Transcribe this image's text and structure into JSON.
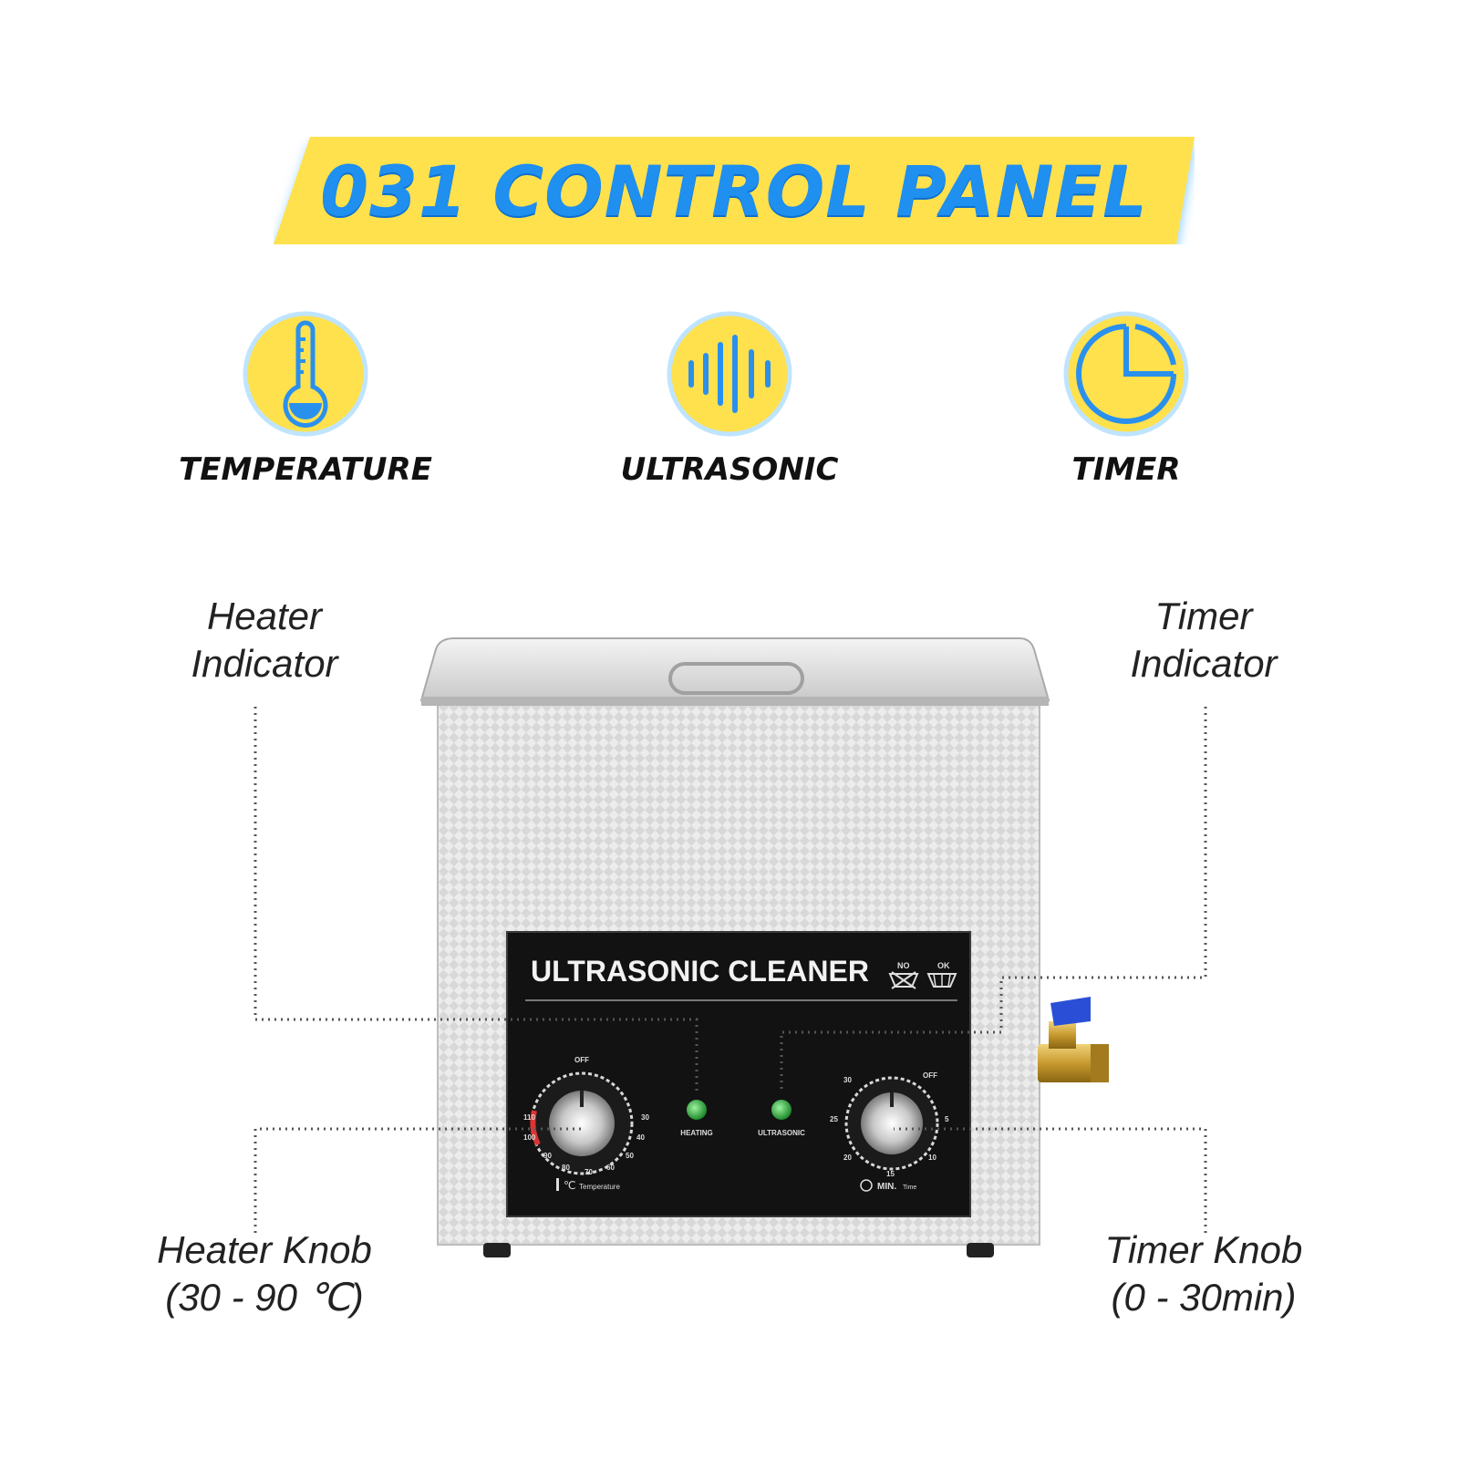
{
  "title": "031 CONTROL PANEL",
  "features": [
    {
      "label": "TEMPERATURE",
      "icon": "thermometer-icon"
    },
    {
      "label": "ULTRASONIC",
      "icon": "sound-wave-icon"
    },
    {
      "label": "TIMER",
      "icon": "clock-icon"
    }
  ],
  "callouts": {
    "heater_indicator": [
      "Heater",
      "Indicator"
    ],
    "timer_indicator": [
      "Timer",
      "Indicator"
    ],
    "heater_knob": [
      "Heater Knob",
      "(30 - 90 ℃)"
    ],
    "timer_knob": [
      "Timer Knob",
      "(0 - 30min)"
    ]
  },
  "device_panel": {
    "brand": "ULTRASONIC CLEANER",
    "no_label": "NO",
    "ok_label": "OK",
    "heating_led_label": "HEATING",
    "ultrasonic_led_label": "ULTRASONIC",
    "heater_dial_off": "OFF",
    "heater_dial_ticks": [
      "30",
      "40",
      "50",
      "60",
      "70",
      "80",
      "90",
      "100",
      "110"
    ],
    "heater_unit": "℃",
    "heater_caption": "Temperature",
    "timer_dial_off": "OFF",
    "timer_dial_ticks": [
      "5",
      "10",
      "15",
      "20",
      "25",
      "30"
    ],
    "timer_caption": "MIN.",
    "timer_caption_small": "Time"
  },
  "colors": {
    "banner_yellow": "#ffe14d",
    "title_blue": "#1f8ff0",
    "icon_blue": "#2a90ee",
    "panel_black": "#121212",
    "led_green": "#3bbf4a"
  }
}
